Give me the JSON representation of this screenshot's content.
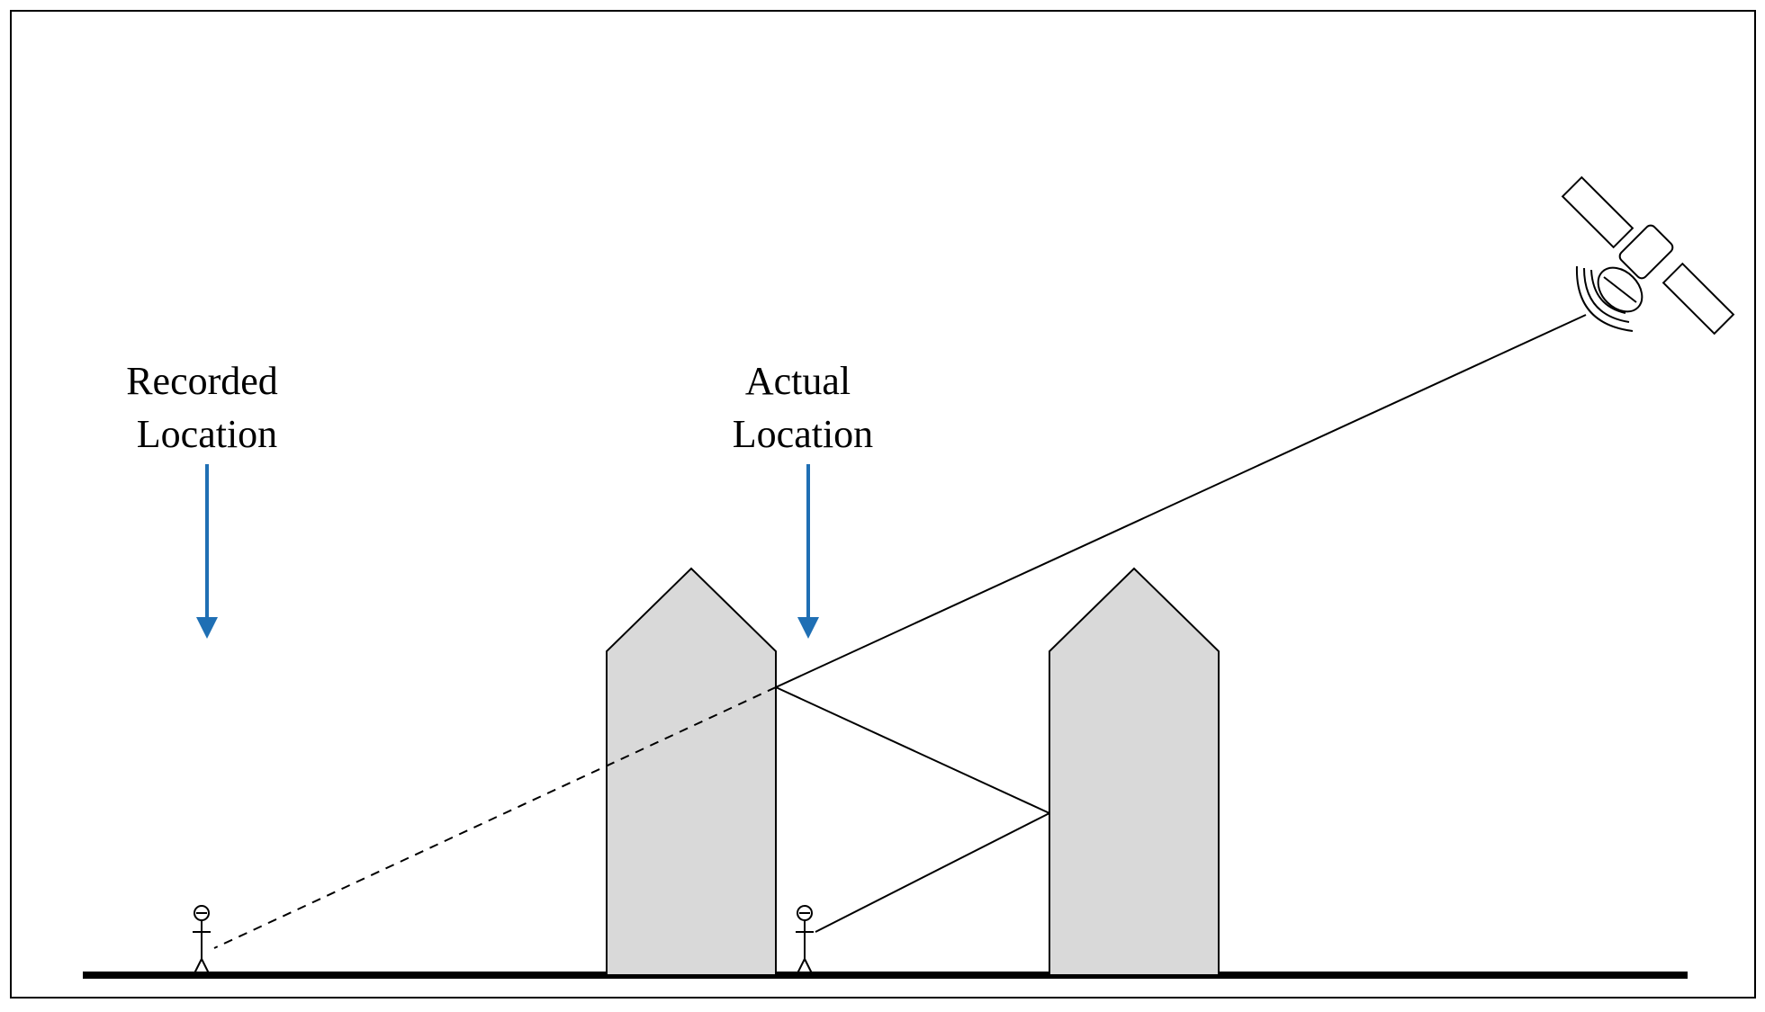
{
  "labels": {
    "recorded": [
      "Recorded",
      "Location"
    ],
    "actual": [
      "Actual",
      "Location"
    ]
  },
  "icons": {
    "satellite": "satellite-icon",
    "person": "stick-figure-person-icon",
    "building": "building-icon",
    "arrow": "down-arrow-icon"
  },
  "colors": {
    "arrow": "#1f6fb4",
    "building_fill": "#d9d9d9",
    "line": "#000000",
    "background": "#ffffff"
  }
}
